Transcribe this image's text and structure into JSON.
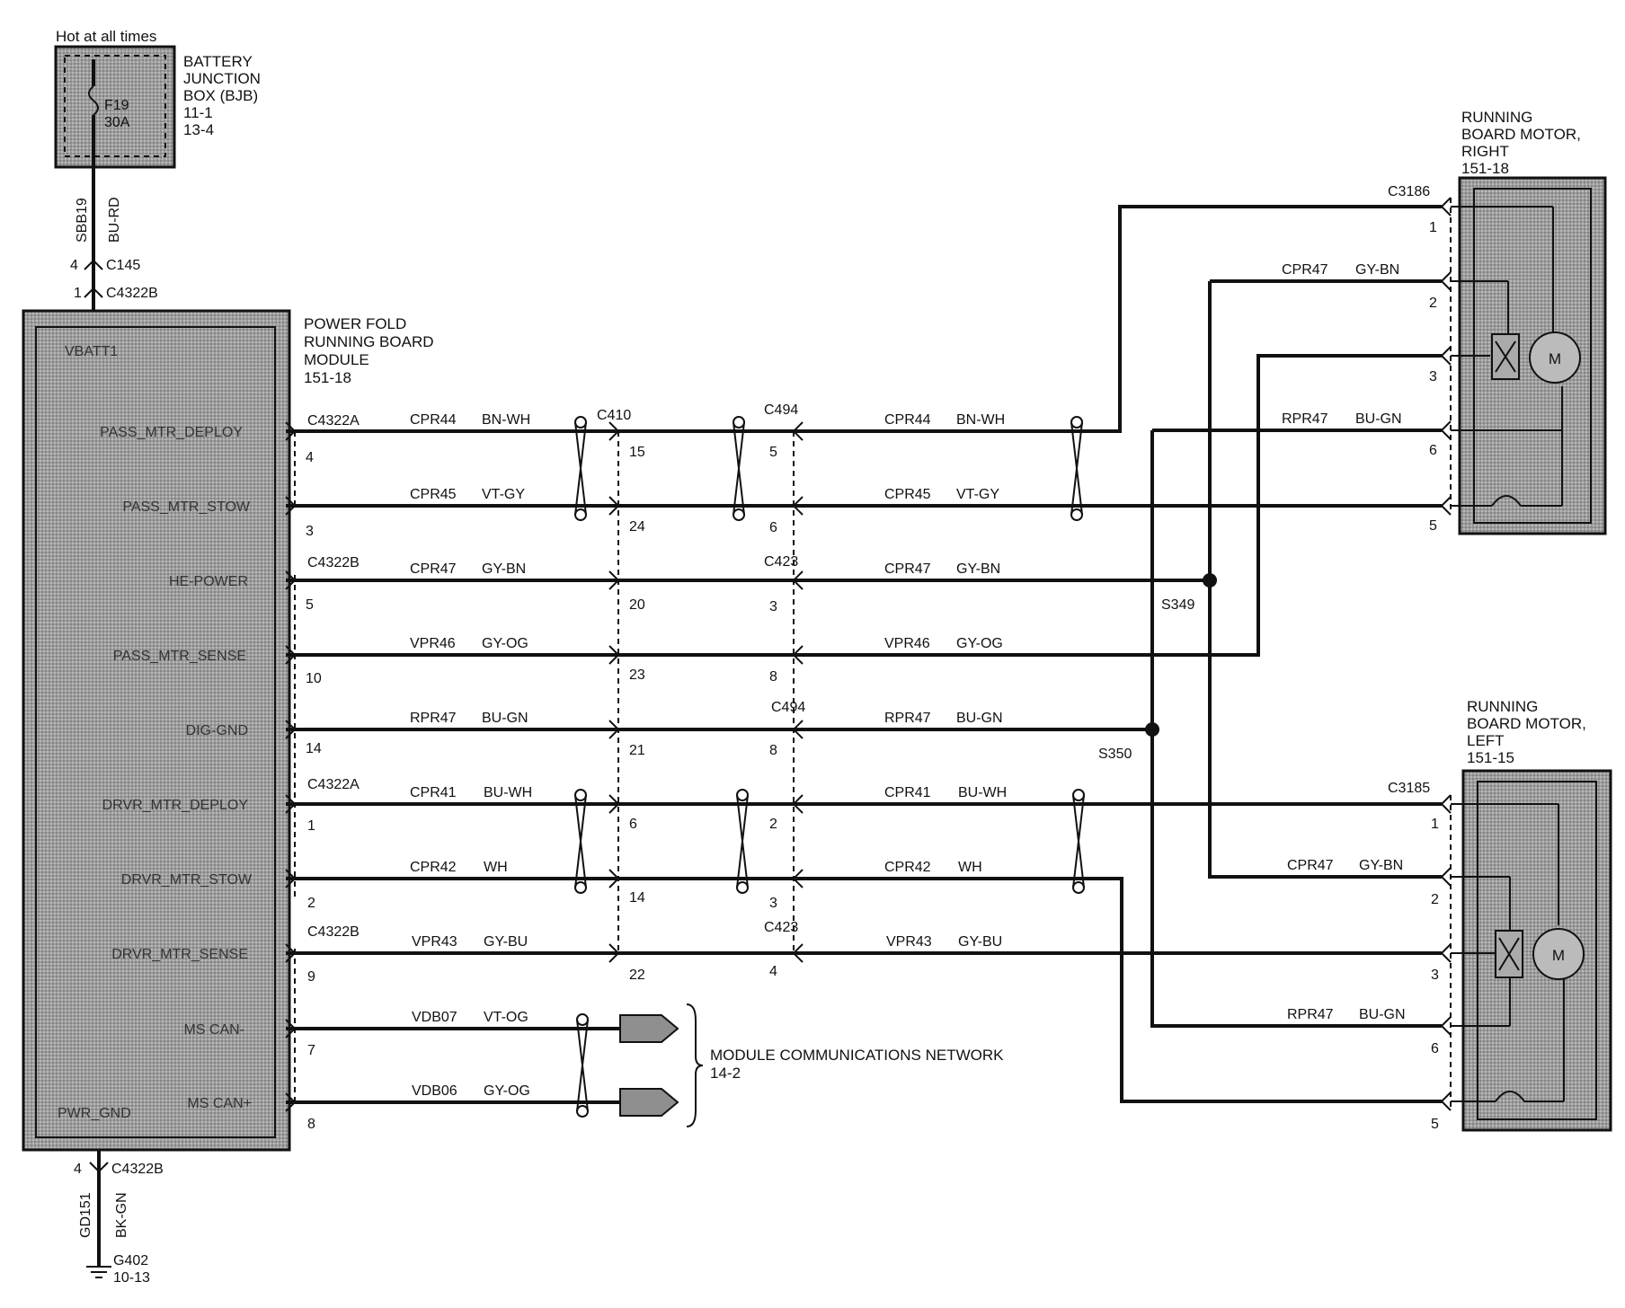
{
  "bjb": {
    "hot_label": "Hot at all times",
    "name_lines": [
      "BATTERY",
      "JUNCTION",
      "BOX (BJB)",
      "11-1",
      "13-4"
    ],
    "fuse": "F19",
    "amps": "30A"
  },
  "feed": {
    "circuit": "SBB19",
    "color": "BU-RD"
  },
  "feed_connectors": [
    {
      "pin": "4",
      "name": "C145"
    },
    {
      "pin": "1",
      "name": "C4322B"
    }
  ],
  "module": {
    "name_lines": [
      "POWER FOLD",
      "RUNNING BOARD",
      "MODULE",
      "151-18"
    ],
    "vbatt": "VBATT1",
    "pwr_gnd": "PWR_GND"
  },
  "ground": {
    "pin": "4",
    "connector": "C4322B",
    "circuit": "GD151",
    "color": "BK-GN",
    "point": "G402",
    "page": "10-13"
  },
  "module_connectors": [
    {
      "name": "C4322A"
    },
    {
      "name": "C4322B"
    },
    {
      "name": "C4322A"
    },
    {
      "name": "C4322B"
    }
  ],
  "inline_connectors": [
    {
      "name": "C410"
    },
    {
      "name": "C494"
    },
    {
      "name": "C423"
    },
    {
      "name": "C494"
    },
    {
      "name": "C423"
    }
  ],
  "rows": [
    {
      "signal": "PASS_MTR_DEPLOY",
      "pin": "4",
      "circuit": "CPR44",
      "color": "BN-WH",
      "c410_pin": "15",
      "inline_pin": "5",
      "right_circuit": "CPR44",
      "right_color": "BN-WH"
    },
    {
      "signal": "PASS_MTR_STOW",
      "pin": "3",
      "circuit": "CPR45",
      "color": "VT-GY",
      "c410_pin": "24",
      "inline_pin": "6",
      "right_circuit": "CPR45",
      "right_color": "VT-GY"
    },
    {
      "signal": "HE-POWER",
      "pin": "5",
      "circuit": "CPR47",
      "color": "GY-BN",
      "c410_pin": "20",
      "inline_pin": "3",
      "right_circuit": "CPR47",
      "right_color": "GY-BN"
    },
    {
      "signal": "PASS_MTR_SENSE",
      "pin": "10",
      "circuit": "VPR46",
      "color": "GY-OG",
      "c410_pin": "23",
      "inline_pin": "8",
      "right_circuit": "VPR46",
      "right_color": "GY-OG"
    },
    {
      "signal": "DIG-GND",
      "pin": "14",
      "circuit": "RPR47",
      "color": "BU-GN",
      "c410_pin": "21",
      "inline_pin": "8",
      "right_circuit": "RPR47",
      "right_color": "BU-GN"
    },
    {
      "signal": "DRVR_MTR_DEPLOY",
      "pin": "1",
      "circuit": "CPR41",
      "color": "BU-WH",
      "c410_pin": "6",
      "inline_pin": "2",
      "right_circuit": "CPR41",
      "right_color": "BU-WH"
    },
    {
      "signal": "DRVR_MTR_STOW",
      "pin": "2",
      "circuit": "CPR42",
      "color": "WH",
      "c410_pin": "14",
      "inline_pin": "3",
      "right_circuit": "CPR42",
      "right_color": "WH"
    },
    {
      "signal": "DRVR_MTR_SENSE",
      "pin": "9",
      "circuit": "VPR43",
      "color": "GY-BU",
      "c410_pin": "22",
      "inline_pin": "4",
      "right_circuit": "VPR43",
      "right_color": "GY-BU"
    },
    {
      "signal": "MS CAN-",
      "pin": "7",
      "circuit": "VDB07",
      "color": "VT-OG"
    },
    {
      "signal": "MS CAN+",
      "pin": "8",
      "circuit": "VDB06",
      "color": "GY-OG"
    }
  ],
  "splices": {
    "s349": "S349",
    "s350": "S350"
  },
  "network": {
    "name": "MODULE COMMUNICATIONS NETWORK",
    "page": "14-2"
  },
  "motor_right": {
    "name_lines": [
      "RUNNING",
      "BOARD MOTOR,",
      "RIGHT",
      "151-18"
    ],
    "connector": "C3186",
    "pins": [
      "1",
      "2",
      "3",
      "6",
      "5"
    ],
    "branch_labels": [
      {
        "circuit": "CPR47",
        "color": "GY-BN"
      },
      {
        "circuit": "RPR47",
        "color": "BU-GN"
      }
    ],
    "motor_symbol": "M"
  },
  "motor_left": {
    "name_lines": [
      "RUNNING",
      "BOARD MOTOR,",
      "LEFT",
      "151-15"
    ],
    "connector": "C3185",
    "pins": [
      "1",
      "2",
      "3",
      "6",
      "5"
    ],
    "branch_labels": [
      {
        "circuit": "CPR47",
        "color": "GY-BN"
      },
      {
        "circuit": "RPR47",
        "color": "BU-GN"
      }
    ],
    "motor_symbol": "M"
  }
}
